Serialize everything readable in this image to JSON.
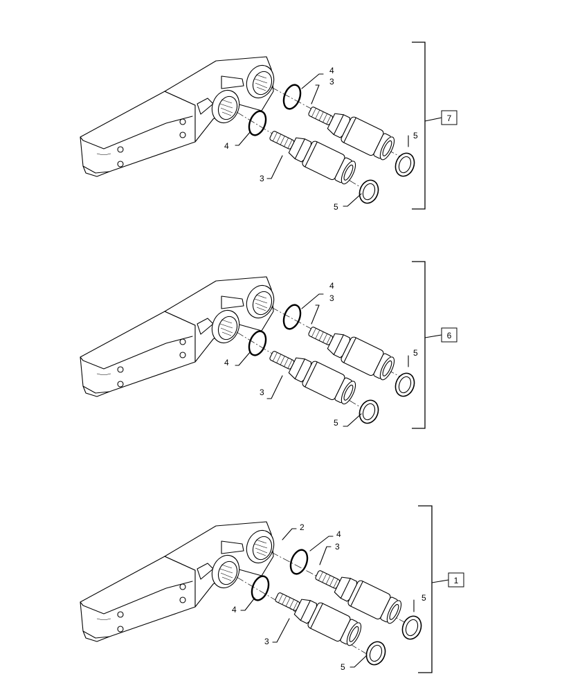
{
  "assemblies": [
    {
      "id": "7",
      "callouts": [
        "4",
        "3",
        "4",
        "3",
        "5",
        "5"
      ]
    },
    {
      "id": "6",
      "callouts": [
        "4",
        "3",
        "4",
        "3",
        "5",
        "5"
      ]
    },
    {
      "id": "1",
      "callouts": [
        "2",
        "4",
        "3",
        "4",
        "3",
        "5",
        "5"
      ]
    }
  ]
}
